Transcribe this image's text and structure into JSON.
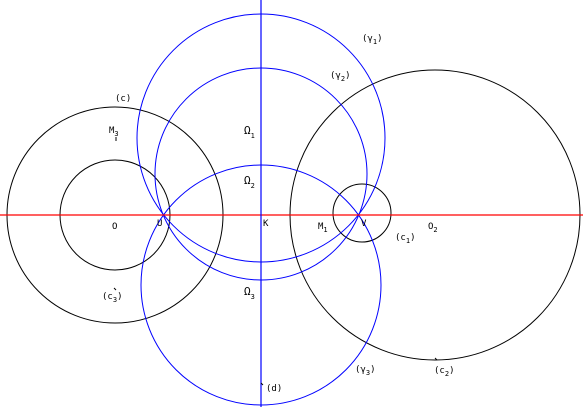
{
  "colors": {
    "background": "#ffffff",
    "axis_line": "#ff0000",
    "radical_axis": "#0000ff",
    "black_circles": "#000000",
    "blue_circles": "#0000ff",
    "points": "#000000"
  },
  "lines": {
    "horizontal_axis": "red horizontal line through O, U, K, V, O2",
    "vertical_axis": "(d)"
  },
  "circles": {
    "c": {
      "label": "(c)",
      "color": "black"
    },
    "c1": {
      "label": "(c",
      "sub": "1",
      "suffix": ")",
      "color": "black"
    },
    "c2": {
      "label": "(c",
      "sub": "2",
      "suffix": ")",
      "color": "black"
    },
    "c3": {
      "label": "(c",
      "sub": "3",
      "suffix": ")",
      "color": "black"
    },
    "gamma1": {
      "label": "(γ",
      "sub": "1",
      "suffix": ")",
      "color": "blue"
    },
    "gamma2": {
      "label": "(γ",
      "sub": "2",
      "suffix": ")",
      "color": "blue"
    },
    "gamma3": {
      "label": "(γ",
      "sub": "3",
      "suffix": ")",
      "color": "blue"
    }
  },
  "points": {
    "O": "O",
    "U": "U",
    "K": "K",
    "V": "V",
    "O2": {
      "base": "O",
      "sub": "2"
    },
    "M1": {
      "base": "M",
      "sub": "1"
    },
    "M3": {
      "base": "M",
      "sub": "3"
    },
    "Omega1": {
      "base": "Ω",
      "sub": "1"
    },
    "Omega2": {
      "base": "Ω",
      "sub": "2"
    },
    "Omega3": {
      "base": "Ω",
      "sub": "3"
    }
  }
}
